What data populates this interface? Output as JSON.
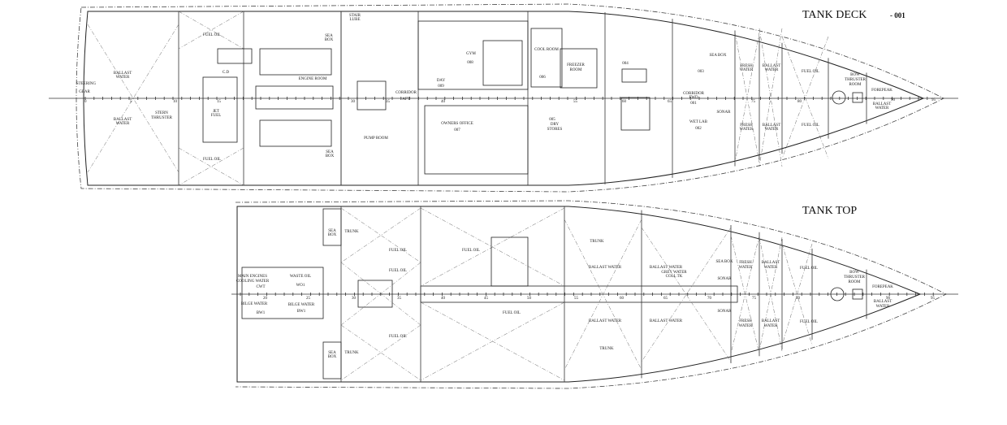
{
  "tank_deck": {
    "title": "TANK DECK",
    "deck_number": "- 001",
    "labels": [
      "FUEL OIL",
      "FUEL OIL",
      "BALLAST",
      "WATER",
      "BALLAST",
      "WATER",
      "STEERING",
      "GEAR",
      "STERN",
      "THRUSTER",
      "C.D",
      "JET",
      "FUEL",
      "ENGINE ROOM",
      "SEA",
      "BOX",
      "SEA",
      "BOX",
      "STAIR",
      "LUBE",
      "PUMP ROOM",
      "CORRIDOR",
      "AFT",
      "GYM",
      "008",
      "DAY",
      "009",
      "OWNERS OFFICE",
      "007",
      "COOL ROOM",
      "006",
      "FREEZER",
      "ROOM",
      "005",
      "DRY",
      "STORES",
      "004",
      "003",
      "CORRIDOR",
      "FWD",
      "001",
      "WET LAB",
      "002",
      "FRESH",
      "WATER",
      "FRESH",
      "WATER",
      "BALLAST",
      "WATER",
      "BALLAST",
      "WATER",
      "FUEL OIL",
      "FUEL OIL",
      "BOW",
      "THRUSTER",
      "ROOM",
      "FOREPEAK",
      "BALLAST",
      "WATER",
      "SONAR",
      "SEA BOX"
    ],
    "frames": [
      "0",
      "5",
      "10",
      "15",
      "30",
      "35",
      "40",
      "55",
      "60",
      "65",
      "75",
      "80",
      "90",
      "95"
    ]
  },
  "tank_top": {
    "title": "TANK TOP",
    "labels": [
      "SEA",
      "BOX",
      "TRUNK",
      "SEA",
      "BOX",
      "TRUNK",
      "FUEL OIL",
      "FUEL OIL",
      "FUEL OIL",
      "FUEL OIL",
      "FUEL OIL",
      "MAIN ENGINES",
      "COOLING WATER",
      "CWT",
      "WASTE OIL",
      "WO1",
      "BILGE WATER",
      "BW1",
      "BILGE WATER",
      "BW1",
      "TRUNK",
      "TRUNK",
      "BALLAST WATER",
      "BALLAST WATER",
      "BALLAST WATER",
      "GREY WATER",
      "COLL TK",
      "BALLAST WATER",
      "SEA BOX",
      "SONAR",
      "SONAR",
      "FRESH",
      "WATER",
      "FRESH",
      "WATER",
      "BALLAST",
      "WATER",
      "BALLAST",
      "WATER",
      "FUEL OIL",
      "FUEL OIL",
      "BOW",
      "THRUSTER",
      "ROOM",
      "FOREPEAK",
      "BALLAST",
      "WATER"
    ],
    "frames": [
      "20",
      "25",
      "30",
      "35",
      "40",
      "45",
      "50",
      "55",
      "60",
      "65",
      "70",
      "75",
      "80",
      "90",
      "95"
    ]
  }
}
